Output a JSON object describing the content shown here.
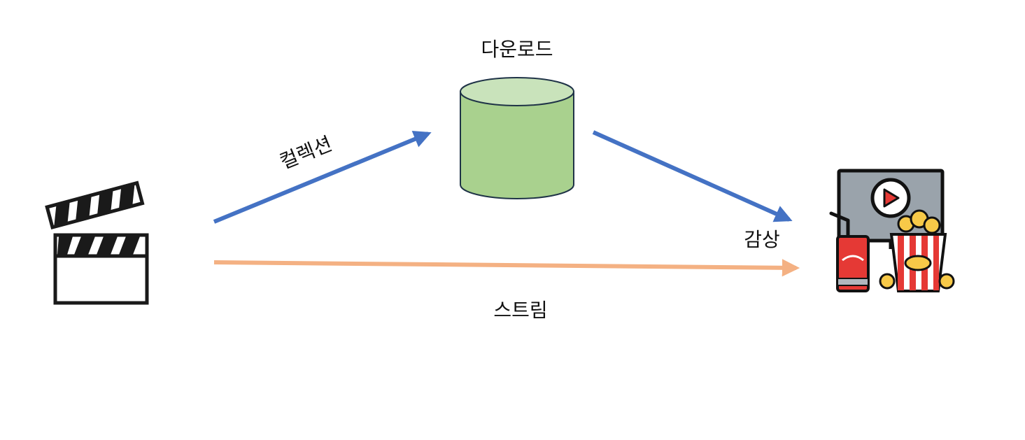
{
  "labels": {
    "download": "다운로드",
    "collection": "컬렉션",
    "watch": "감상",
    "stream": "스트림"
  },
  "colors": {
    "blue_arrow": "#4472c4",
    "orange_arrow": "#f4b183",
    "cylinder_fill": "#a9d18e",
    "cylinder_top": "#c9e3bb",
    "cylinder_stroke": "#1f3347",
    "tv_screen": "#9aa3ab",
    "tv_frame": "#111111",
    "red": "#e53935",
    "popcorn": "#f7c948"
  },
  "icons": {
    "source": "clapperboard-icon",
    "storage": "database-cylinder-icon",
    "destination": "movie-tv-popcorn-icon"
  }
}
